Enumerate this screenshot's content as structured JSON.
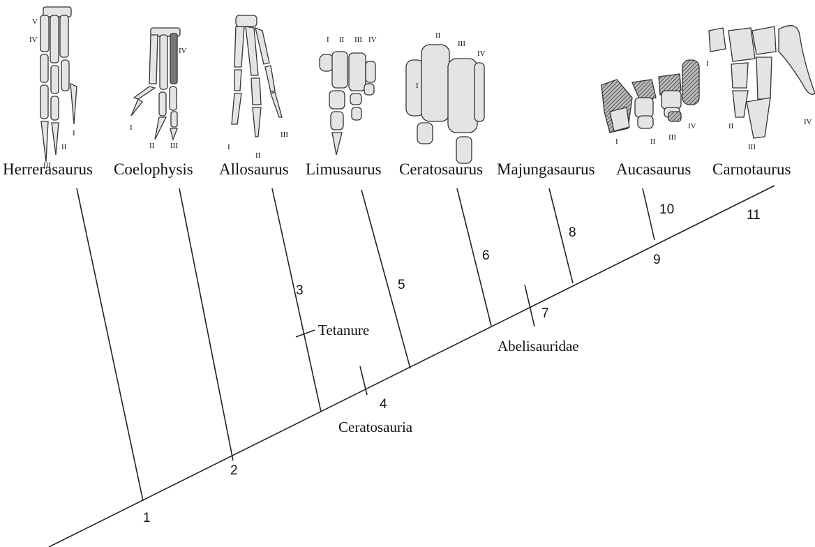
{
  "taxa": [
    {
      "name": "Herrerasaurus",
      "digits": [
        "V",
        "IV",
        "I",
        "II",
        "III"
      ]
    },
    {
      "name": "Coelophysis",
      "digits": [
        "IV",
        "I",
        "II",
        "III"
      ]
    },
    {
      "name": "Allosaurus",
      "digits": [
        "I",
        "II",
        "III"
      ]
    },
    {
      "name": "Limusaurus",
      "digits": [
        "I",
        "II",
        "III",
        "IV"
      ]
    },
    {
      "name": "Ceratosaurus",
      "digits": [
        "I",
        "II",
        "III",
        "IV"
      ]
    },
    {
      "name": "Majungasaurus",
      "digits": []
    },
    {
      "name": "Aucasaurus",
      "digits": [
        "I",
        "II",
        "III",
        "IV"
      ]
    },
    {
      "name": "Carnotaurus",
      "digits": [
        "I",
        "II",
        "III",
        "IV"
      ]
    }
  ],
  "clades": {
    "tetanure": "Tetanure",
    "ceratosauria": "Ceratosauria",
    "abelisauridae": "Abelisauridae"
  },
  "nodes": [
    "1",
    "2",
    "3",
    "4",
    "5",
    "6",
    "7",
    "8",
    "9",
    "10",
    "11"
  ]
}
